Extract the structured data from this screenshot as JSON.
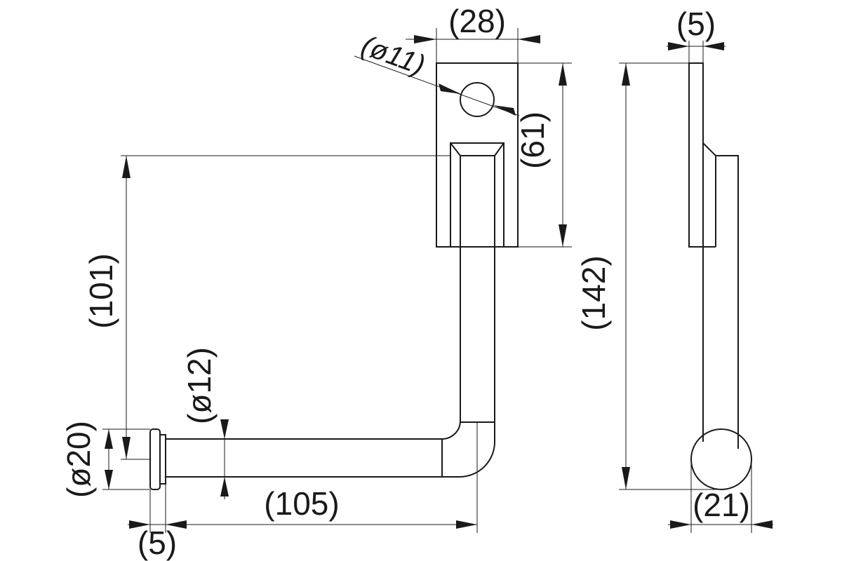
{
  "drawing": {
    "dimensions": {
      "width_28": "(28)",
      "hole_11": "(ø11)",
      "height_61": "(61)",
      "height_101": "(101)",
      "rod_12": "(ø12)",
      "disc_20": "(ø20)",
      "length_105": "(105)",
      "disc_thickness_5": "(5)",
      "plate_thickness_5": "(5)",
      "total_142": "(142)",
      "end_21": "(21)"
    }
  }
}
